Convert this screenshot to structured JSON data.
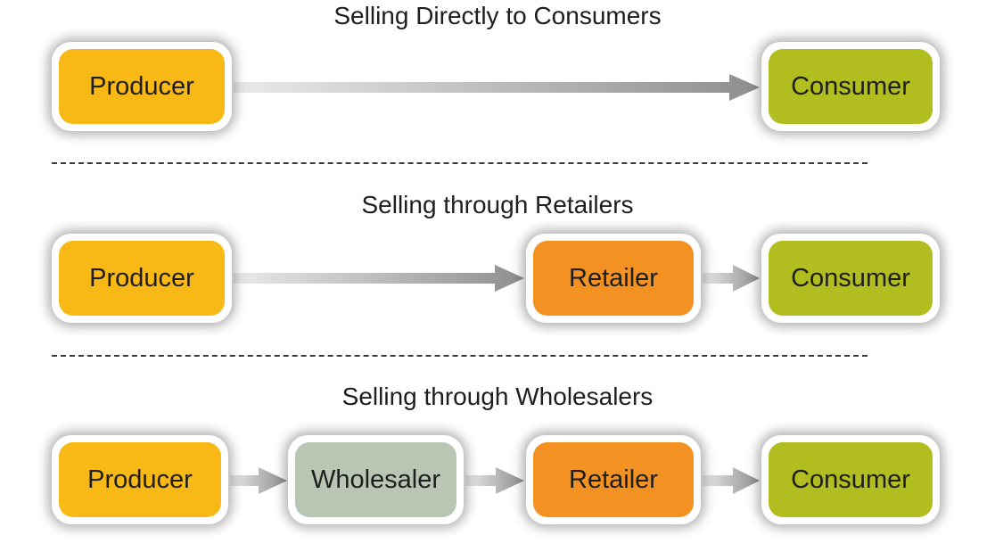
{
  "colors": {
    "producer": "#f8b816",
    "consumer": "#b2bd1f",
    "retailer": "#f39222",
    "wholesaler": "#b9c6b3",
    "arrow_light": "#eaeaea",
    "arrow_dark": "#8e8e8e"
  },
  "sections": [
    {
      "title": "Selling Directly to Consumers",
      "nodes": [
        {
          "label": "Producer",
          "kind": "producer"
        },
        {
          "label": "Consumer",
          "kind": "consumer"
        }
      ]
    },
    {
      "title": "Selling through Retailers",
      "nodes": [
        {
          "label": "Producer",
          "kind": "producer"
        },
        {
          "label": "Retailer",
          "kind": "retailer"
        },
        {
          "label": "Consumer",
          "kind": "consumer"
        }
      ]
    },
    {
      "title": "Selling through Wholesalers",
      "nodes": [
        {
          "label": "Producer",
          "kind": "producer"
        },
        {
          "label": "Wholesaler",
          "kind": "wholesaler"
        },
        {
          "label": "Retailer",
          "kind": "retailer"
        },
        {
          "label": "Consumer",
          "kind": "consumer"
        }
      ]
    }
  ]
}
